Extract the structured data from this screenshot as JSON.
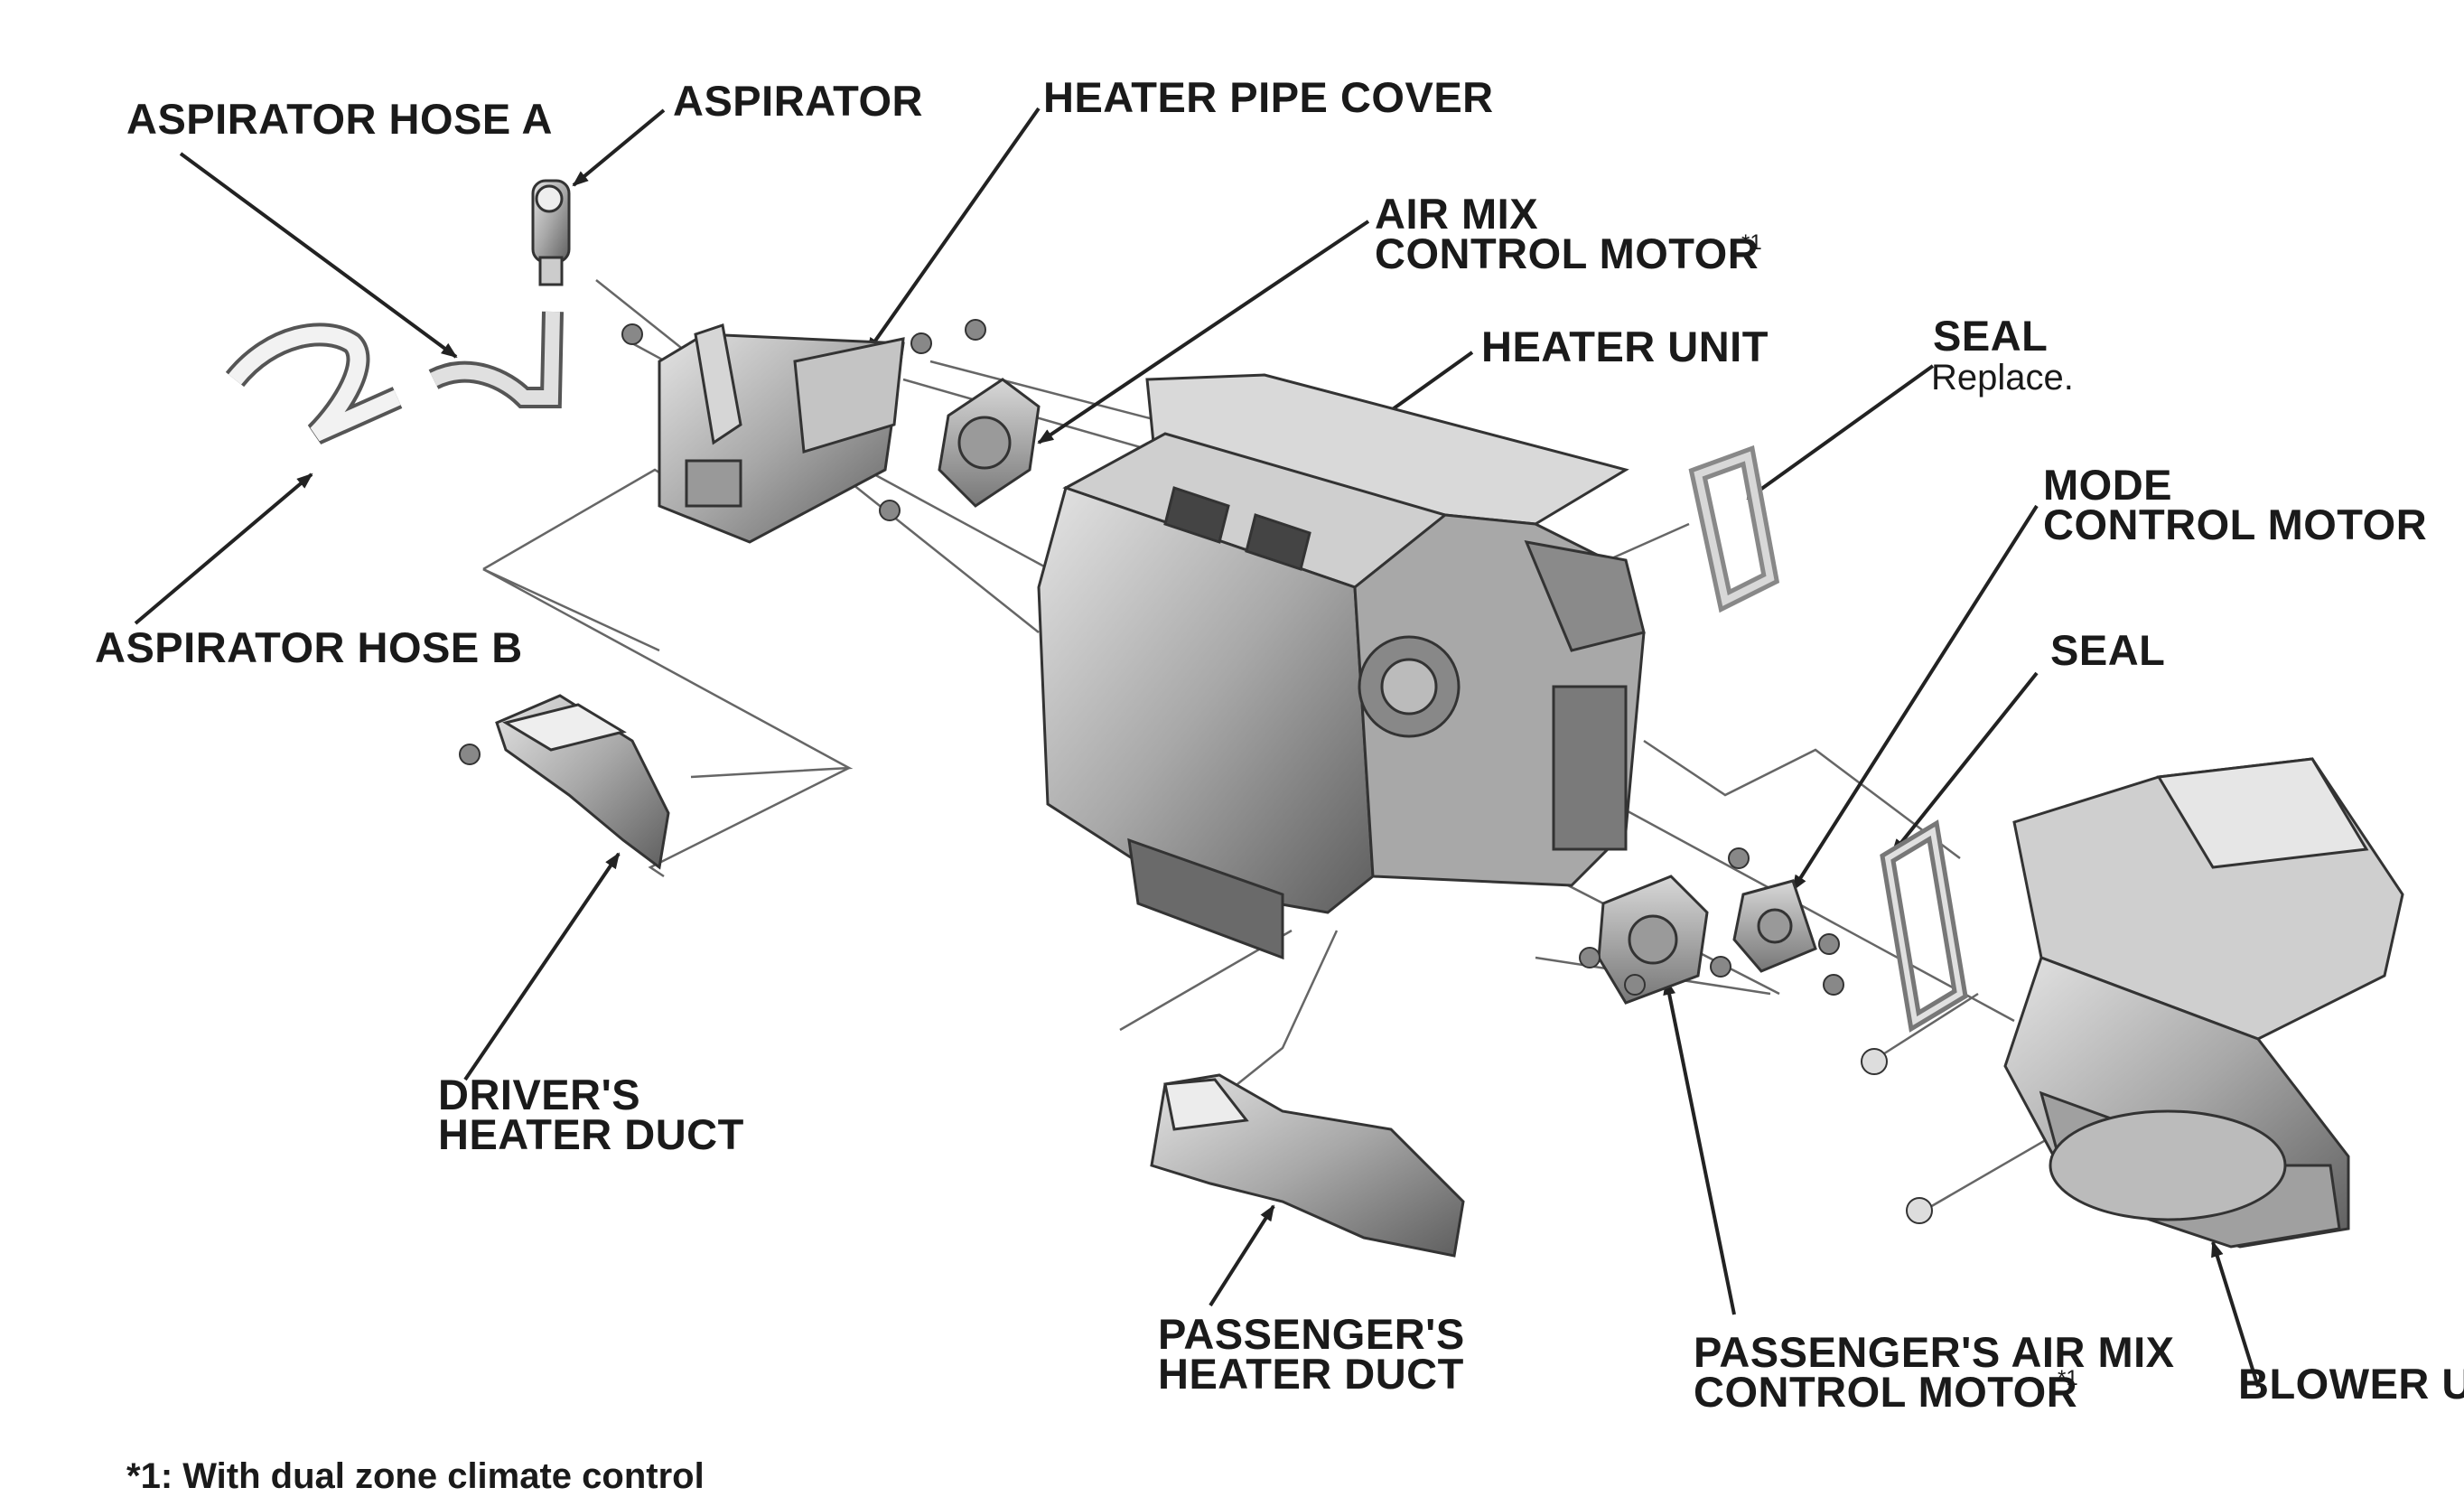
{
  "labels": {
    "aspirator_hose_a": "ASPIRATOR HOSE A",
    "aspirator": "ASPIRATOR",
    "heater_pipe_cover": "HEATER PIPE COVER",
    "air_mix_control_motor": [
      "AIR MIX",
      "CONTROL MOTOR"
    ],
    "air_mix_marker": "*1",
    "heater_unit": "HEATER UNIT",
    "seal_top": "SEAL",
    "seal_top_note": "Replace.",
    "mode_control_motor": [
      "MODE",
      "CONTROL MOTOR"
    ],
    "seal_right": "SEAL",
    "aspirator_hose_b": "ASPIRATOR HOSE B",
    "drivers_heater_duct": [
      "DRIVER'S",
      "HEATER DUCT"
    ],
    "passengers_heater_duct": [
      "PASSENGER'S",
      "HEATER DUCT"
    ],
    "passengers_air_mix_control_motor": [
      "PASSENGER'S AIR MIX",
      "CONTROL MOTOR"
    ],
    "passenger_marker": "*1",
    "blower_unit": "BLOWER UI"
  },
  "footnote": "*1: With dual zone climate control",
  "colors": {
    "text": "#1a1a1a",
    "line": "#222222",
    "part_fill": "#b9b9b9",
    "part_dark": "#6e6e6e",
    "part_light": "#dcdcdc"
  }
}
